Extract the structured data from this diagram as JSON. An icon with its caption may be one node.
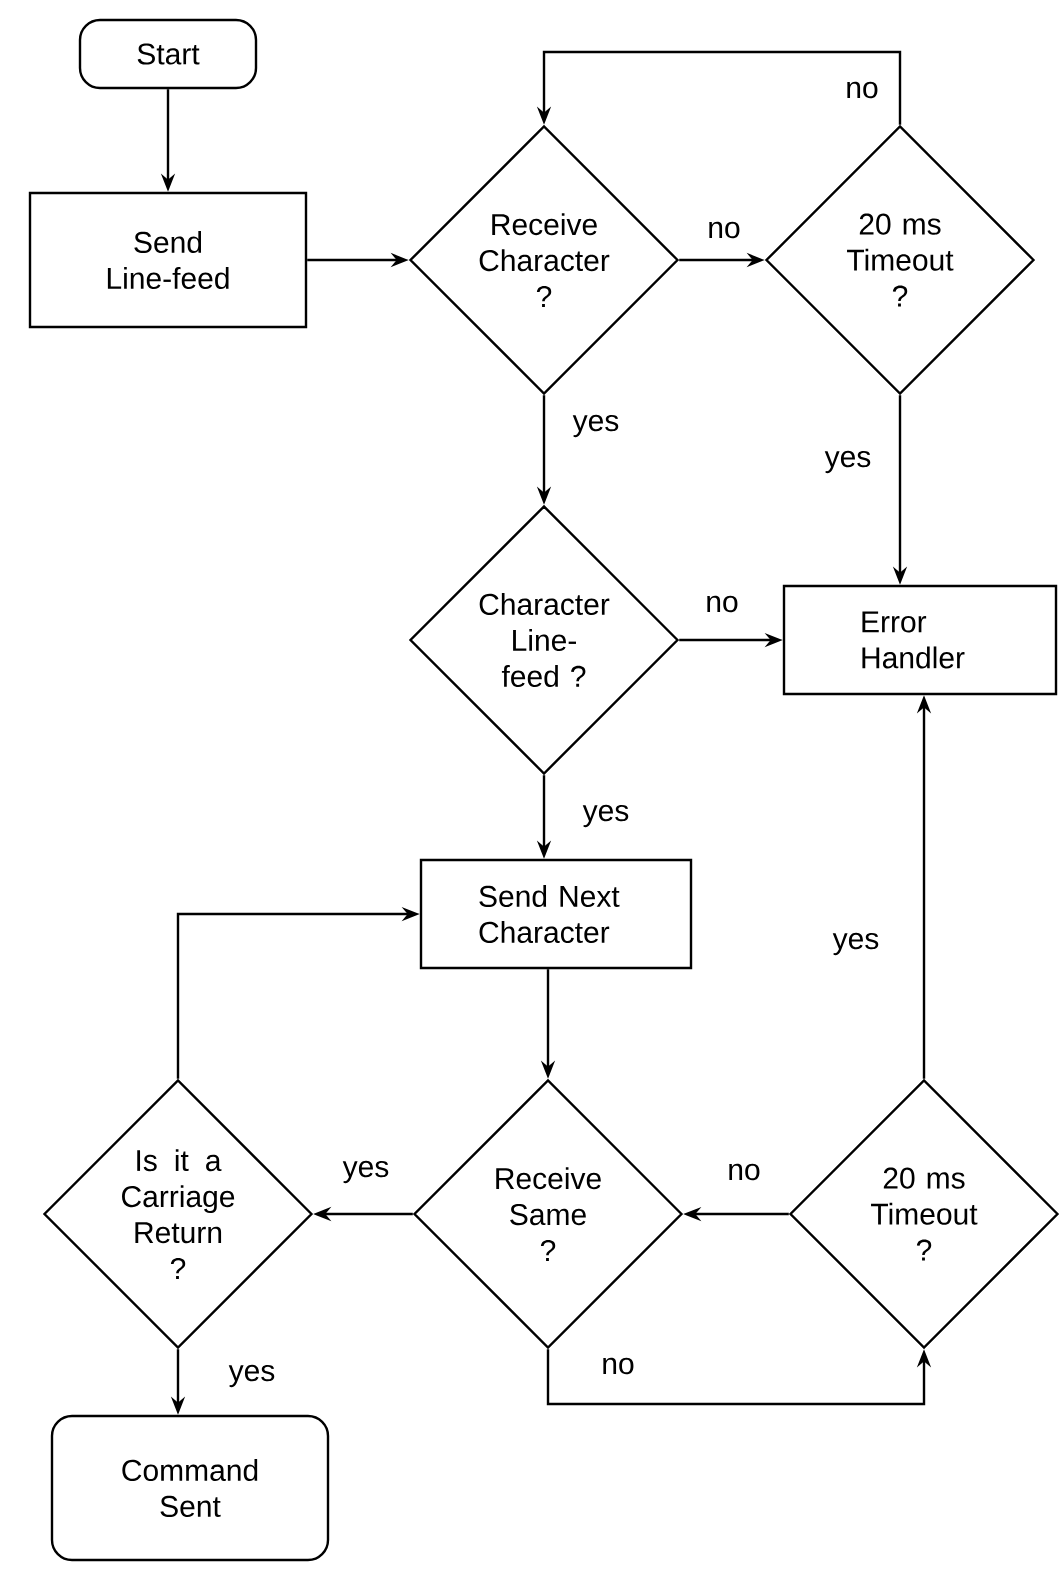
{
  "diagram": {
    "nodes": [
      {
        "text": [
          "Start"
        ]
      },
      {
        "text": [
          "Send Line-feed"
        ]
      },
      {
        "text": [
          "Receive Character ?"
        ]
      },
      {
        "text": [
          "20 ms Timeout ?"
        ]
      },
      {
        "text": [
          "Character Line-feed ?"
        ]
      },
      {
        "text": [
          "Error Handler"
        ]
      },
      {
        "text": [
          "Send Next Character"
        ]
      },
      {
        "text": [
          "Receive Same ?"
        ]
      },
      {
        "text": [
          "20 ms Timeout ?"
        ]
      },
      {
        "text": [
          "Is it a Carriage Return ?"
        ]
      },
      {
        "text": [
          "Command Sent"
        ]
      }
    ],
    "edges": [
      {
        "from": 0,
        "to": 1,
        "arrow": "to"
      },
      {
        "from": 1,
        "to": 2,
        "arrow": "to"
      },
      {
        "from": 2,
        "to": 3,
        "arrow": "to",
        "label": "no"
      },
      {
        "from": 3,
        "to": 2,
        "arrow": "to",
        "label": "no"
      },
      {
        "from": 2,
        "to": 4,
        "arrow": "to",
        "label": "yes"
      },
      {
        "from": 3,
        "to": 5,
        "arrow": "to",
        "label": "yes"
      },
      {
        "from": 4,
        "to": 5,
        "arrow": "to",
        "label": "no"
      },
      {
        "from": 4,
        "to": 6,
        "arrow": "to",
        "label": "yes"
      },
      {
        "from": 6,
        "to": 7,
        "arrow": "to"
      },
      {
        "from": 8,
        "to": 7,
        "arrow": "to",
        "label": "no"
      },
      {
        "from": 7,
        "to": 9,
        "arrow": "to",
        "label": "yes"
      },
      {
        "from": 9,
        "to": 6,
        "arrow": "to"
      },
      {
        "from": 9,
        "to": 10,
        "arrow": "to",
        "label": "yes"
      },
      {
        "from": 7,
        "to": 8,
        "arrow": "to",
        "label": "no"
      },
      {
        "from": 8,
        "to": 5,
        "arrow": "to",
        "label": "yes"
      }
    ]
  }
}
